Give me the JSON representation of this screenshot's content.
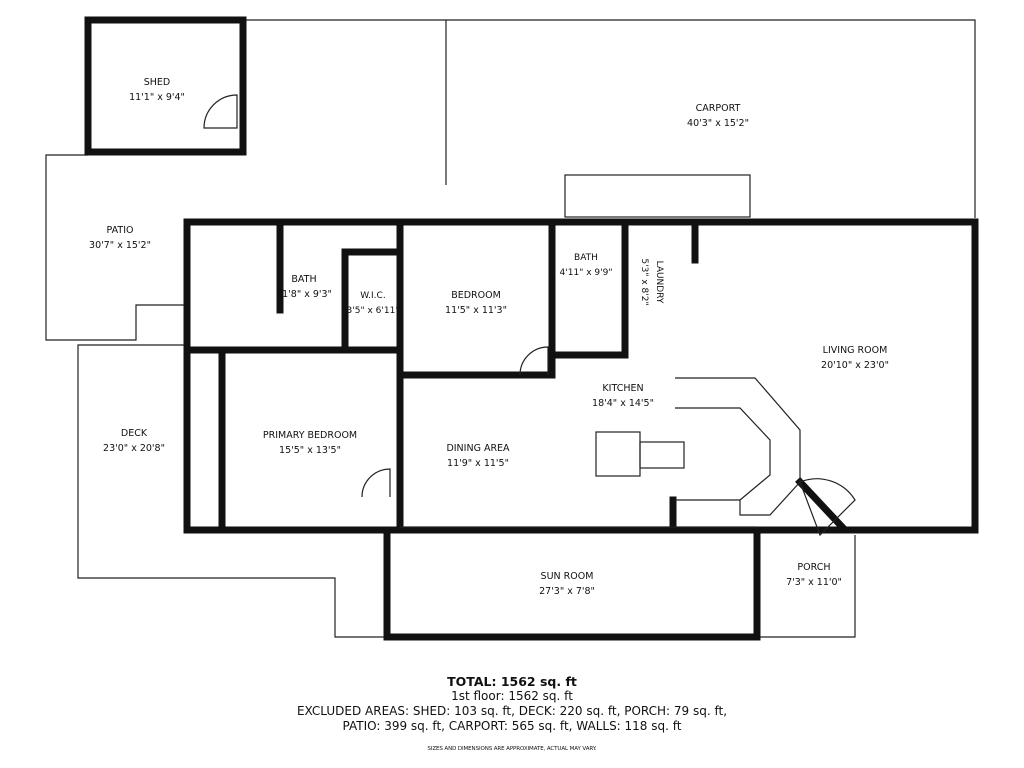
{
  "rooms": [
    {
      "name": "SHED",
      "dims": "11'1\" x 9'4\""
    },
    {
      "name": "CARPORT",
      "dims": "40'3\" x 15'2\""
    },
    {
      "name": "PATIO",
      "dims": "30'7\" x 15'2\""
    },
    {
      "name": "BATH",
      "dims": "11'8\" x 9'3\""
    },
    {
      "name": "W.I.C.",
      "dims": "3'5\" x 6'11\""
    },
    {
      "name": "BEDROOM",
      "dims": "11'5\" x 11'3\""
    },
    {
      "name": "BATH",
      "dims": "4'11\" x 9'9\""
    },
    {
      "name": "LAUNDRY",
      "dims": "5'3\" x 8'2\""
    },
    {
      "name": "LIVING ROOM",
      "dims": "20'10\" x 23'0\""
    },
    {
      "name": "KITCHEN",
      "dims": "18'4\" x 14'5\""
    },
    {
      "name": "DECK",
      "dims": "23'0\" x 20'8\""
    },
    {
      "name": "PRIMARY BEDROOM",
      "dims": "15'5\" x 13'5\""
    },
    {
      "name": "DINING AREA",
      "dims": "11'9\" x 11'5\""
    },
    {
      "name": "SUN ROOM",
      "dims": "27'3\" x 7'8\""
    },
    {
      "name": "PORCH",
      "dims": "7'3\" x 11'0\""
    }
  ],
  "footer": {
    "total": "TOTAL: 1562 sq. ft",
    "floor": "1st floor: 1562 sq. ft",
    "excluded_1": "EXCLUDED AREAS: SHED: 103 sq. ft, DECK: 220 sq. ft, PORCH: 79 sq. ft,",
    "excluded_2": "PATIO: 399 sq. ft, CARPORT: 565 sq. ft, WALLS: 118 sq. ft",
    "disclaimer": "SIZES AND DIMENSIONS ARE APPROXIMATE, ACTUAL MAY VARY."
  }
}
